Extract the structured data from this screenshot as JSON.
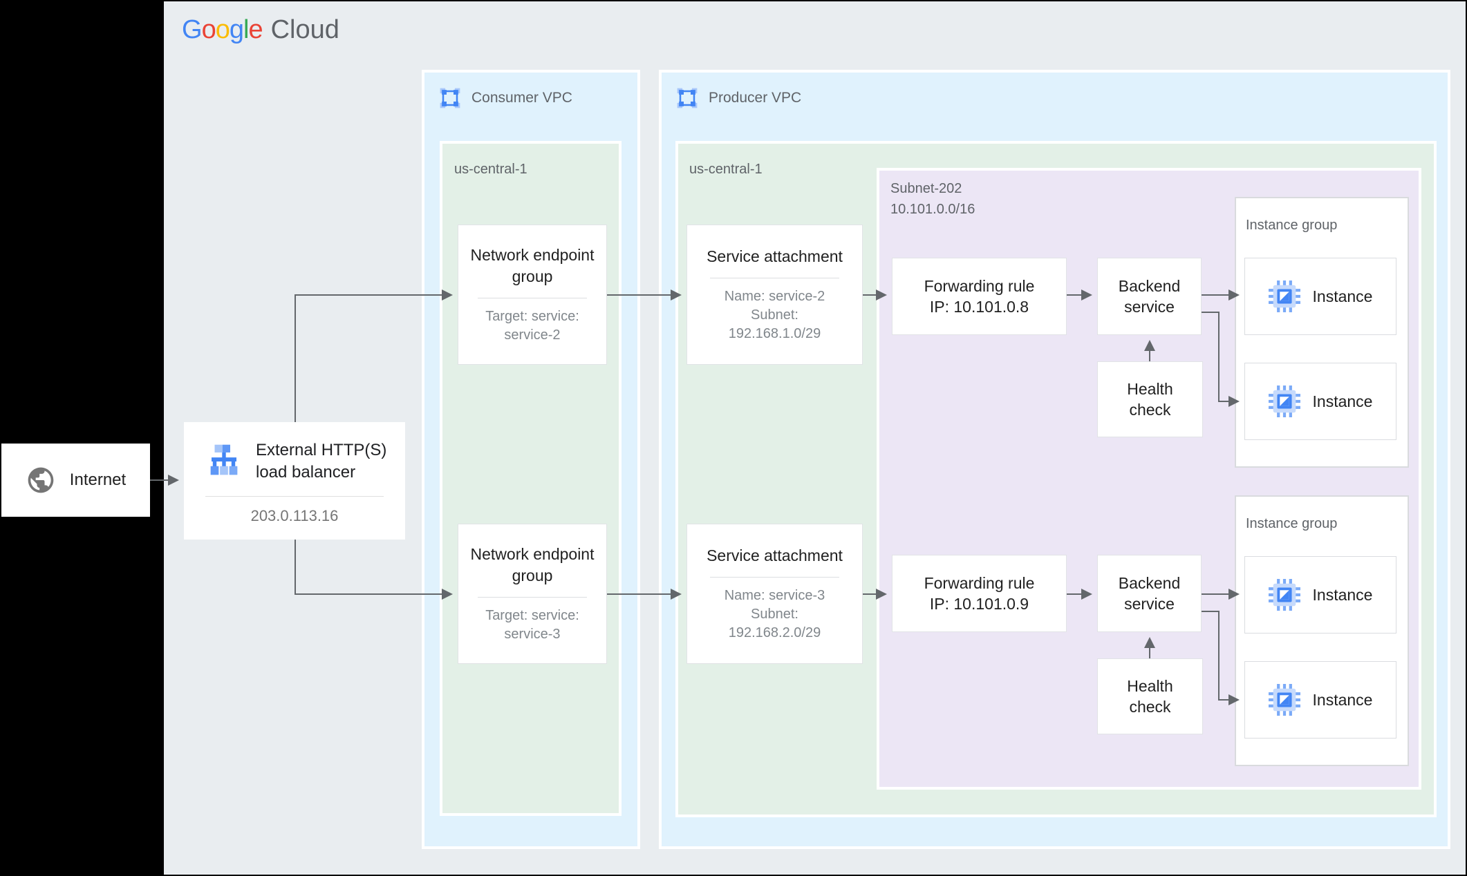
{
  "colors": {
    "canvas_bg": "#e9edf0",
    "left_panel": "#000000",
    "vpc_bg": "#e0f2fd",
    "region_bg": "#e3f0e7",
    "subnet_bg": "#ece6f5",
    "node_bg": "#ffffff",
    "node_border": "#dadce0",
    "arrow": "#63676b",
    "text_primary": "#212121",
    "text_secondary": "#757575",
    "accent_blue": "#4285f4"
  },
  "logo": {
    "letters": [
      {
        "ch": "G",
        "color": "#4285F4"
      },
      {
        "ch": "o",
        "color": "#EA4335"
      },
      {
        "ch": "o",
        "color": "#FBBC05"
      },
      {
        "ch": "g",
        "color": "#4285F4"
      },
      {
        "ch": "l",
        "color": "#34A853"
      },
      {
        "ch": "e",
        "color": "#EA4335"
      }
    ],
    "product": "Cloud",
    "product_color": "#5f6368"
  },
  "internet": {
    "label": "Internet"
  },
  "load_balancer": {
    "title_lines": [
      "External HTTP(S)",
      "load balancer"
    ],
    "ip": "203.0.113.16"
  },
  "consumer_vpc": {
    "label": "Consumer VPC",
    "region_label": "us-central-1",
    "endpoint_groups": [
      {
        "title": "Network endpoint group",
        "detail_lines": [
          "Target: service:",
          "service-2"
        ]
      },
      {
        "title": "Network endpoint group",
        "detail_lines": [
          "Target: service:",
          "service-3"
        ]
      }
    ]
  },
  "producer_vpc": {
    "label": "Producer VPC",
    "region_label": "us-central-1",
    "service_attachments": [
      {
        "title": "Service attachment",
        "detail_lines": [
          "Name: service-2",
          "Subnet:",
          "192.168.1.0/29"
        ]
      },
      {
        "title": "Service attachment",
        "detail_lines": [
          "Name: service-3",
          "Subnet:",
          "192.168.2.0/29"
        ]
      }
    ],
    "subnet": {
      "name": "Subnet-202",
      "cidr": "10.101.0.0/16",
      "rows": [
        {
          "forwarding_rule": {
            "title": "Forwarding rule",
            "ip": "IP: 10.101.0.8"
          },
          "backend_service": "Backend service",
          "health_check": "Health check",
          "instance_group": {
            "label": "Instance group",
            "instances": [
              "Instance",
              "Instance"
            ]
          }
        },
        {
          "forwarding_rule": {
            "title": "Forwarding rule",
            "ip": "IP: 10.101.0.9"
          },
          "backend_service": "Backend service",
          "health_check": "Health check",
          "instance_group": {
            "label": "Instance group",
            "instances": [
              "Instance",
              "Instance"
            ]
          }
        }
      ]
    }
  }
}
